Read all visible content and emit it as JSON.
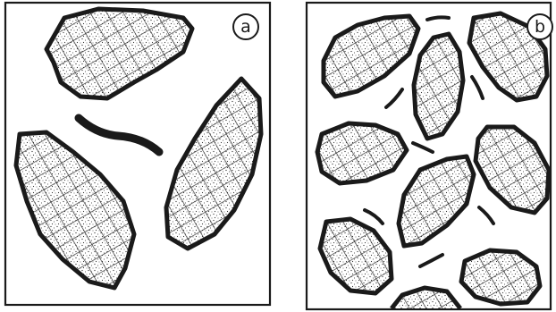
{
  "panels": [
    {
      "id": "a",
      "label": "a"
    },
    {
      "id": "b",
      "label": "b"
    }
  ],
  "colors": {
    "ink": "#1a1a1a",
    "paper": "#ffffff"
  },
  "icons": {
    "grain": "stippled-cross-hatched-grain-shape",
    "binder": "curved-binder-stroke"
  }
}
